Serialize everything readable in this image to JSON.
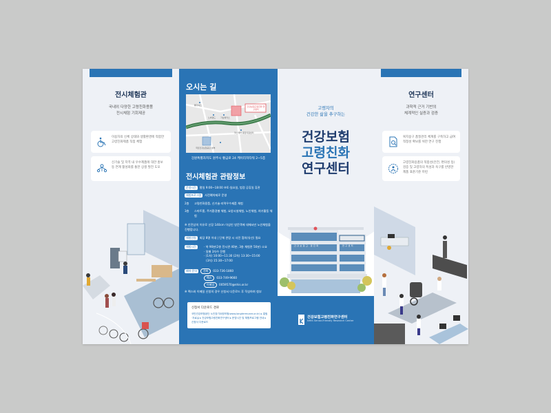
{
  "panel_left": {
    "title": "전시체험관",
    "subtitle_line1": "국내외 다양한 고령친화용품",
    "subtitle_line2": "전시체험 기회제공",
    "cards": [
      {
        "icon": "wheelchair-icon",
        "text": "이용자의 신체 상태와 생활환경에 적합한 고령친화제품 직접 체험"
      },
      {
        "icon": "people-network-icon",
        "text": "신기술 및 지역 내 우수제품에 대한 홍보 등 연계 활성화를 통한 상생 발전 도모"
      }
    ]
  },
  "panel_info": {
    "directions_title": "오시는 길",
    "map_labels": {
      "center": "건강보험고령친화 연구센터",
      "place1": "웨가서스",
      "place2": "노바랜드",
      "place3": "가심렉카스",
      "place4": "헬스케어 종합지원센터",
      "place5": "국민건강보험공단 본부"
    },
    "address": "강원특별자치도 원주시 황금로 24 케이리치타워 2~5층",
    "visit_title": "전시체험관 관람정보",
    "hours_label": "운영시간",
    "hours_value": "평일 9:00~18:00 ※토·일요일, 법정 공휴일 휴관",
    "program_label": "체험프로그램",
    "program_value": "사전예약제로 운영",
    "floors": [
      {
        "floor": "2층",
        "desc": "고령친화용품, 신기술·지역우수제품 체험"
      },
      {
        "floor": "3층",
        "desc": "스마트홈, 주거환경별 체험, 요양시설체험, 노인체험, 여가활동 체험"
      }
    ],
    "notice1": "※ 안전상의 이유로 신장 140cm 이상인 방문객에 대해서만 노인체험을 진행합니다.",
    "capacity_label": "체험인원",
    "capacity_value": "회당 8명 이내 | 단체 관람 시 사전 협의(유선) 필요",
    "time_label": "체험시간",
    "time_lines": [
      "· 약 90분(2층 전시관 40분, 3층 체험관 50분) 소요",
      "· 일별 3차수 진행",
      "· (1차) 10:00~11:30  (2차) 13:30~15:00",
      "  (3차) 15:30~17:00"
    ],
    "contact_label": "예약·문의",
    "contacts": [
      {
        "type": "전화",
        "value": "033-736-1860"
      },
      {
        "type": "팩스",
        "value": "033-749-9660"
      },
      {
        "type": "이메일",
        "value": "0059570@nhis.or.kr"
      }
    ],
    "notice2": "※ 팩스와 이메일 신청의 경우 신청서 다운로드 후 작성하여 첨부",
    "download_title": "신청서 다운로드 경로",
    "download_path": "국민건강보험공단 노인장기요양보험(www.longtermcare.or.kr) ▸ 알림·자료실 ▸ 건강보험고령친화연구센터 ▸ 운영시간 및 체험프로그램 안내 ▸ 신청서 다운로드"
  },
  "panel_cover": {
    "tagline_line1": "고령자의",
    "tagline_line2": "건강한 삶을 추구하는",
    "title_line1": "건강보험",
    "title_line2": "고령친화",
    "title_line3": "연구센터",
    "building_sign_1": "건강보험고",
    "building_sign_2": "령친화",
    "building_sign_3": "연구센터",
    "logo_name": "건강보험고령친화연구센터",
    "logo_english": "NHIS Senior-Friendly Research Center"
  },
  "panel_right": {
    "title": "연구센터",
    "subtitle_line1": "과학적 근거 기반의",
    "subtitle_line2": "체계적인 실증과 검증",
    "cards": [
      {
        "icon": "document-search-icon",
        "text": "복지용구 품질관리 체계를 구축하고 급여 적정성 확보를 위한 연구 진행"
      },
      {
        "icon": "person-gear-icon",
        "text": "고령친화용품의 적합성(안전, 편의성 등) 검증 및 고령자의 특성과 욕구를 반영한 제품 표준기준 마련"
      }
    ]
  },
  "colors": {
    "primary_blue": "#2a74b5",
    "navy": "#1f3c6e",
    "panel_bg": "#eef1f6",
    "page_bg": "#c9cac9",
    "map_red": "#e0535a",
    "road_green": "#3f7d4d"
  }
}
